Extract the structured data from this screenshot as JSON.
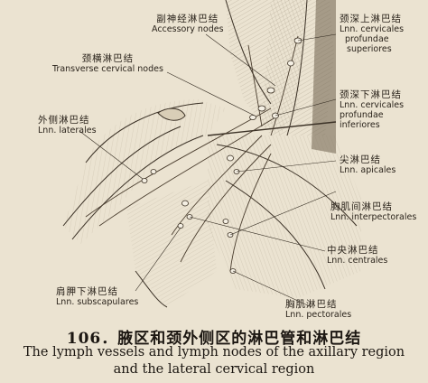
{
  "labels": {
    "accessory": {
      "zh": "副神经淋巴结",
      "la": "Accessory nodes"
    },
    "transverse_cervical": {
      "zh": "颈横淋巴结",
      "la": "Transverse cervical nodes"
    },
    "lateral": {
      "zh": "外侧淋巴结",
      "la": "Lnn. laterales"
    },
    "subscapular": {
      "zh": "肩胛下淋巴结",
      "la": "Lnn. subscapulares"
    },
    "cervical_superior": {
      "zh": "颈深上淋巴结",
      "la1": "Lnn. cervicales",
      "la2": "profundae",
      "la3": "superiores"
    },
    "cervical_inferior": {
      "zh": "颈深下淋巴结",
      "la1": "Lnn. cervicales",
      "la2": "profundae",
      "la3": "inferiores"
    },
    "apical": {
      "zh": "尖淋巴结",
      "la": "Lnn. apicales"
    },
    "interpectoral": {
      "zh": "胸肌间淋巴结",
      "la": "Lnn. interpectorales"
    },
    "central": {
      "zh": "中央淋巴结",
      "la": "Lnn. centrales"
    },
    "pectoral": {
      "zh": "胸肌淋巴结",
      "la": "Lnn. pectorales"
    }
  },
  "caption": {
    "number_title": "106．腋区和颈外侧区的淋巴管和淋巴结",
    "line1": "The lymph vessels and lymph nodes of the axillary region",
    "line2": "and the lateral  cervical region"
  }
}
